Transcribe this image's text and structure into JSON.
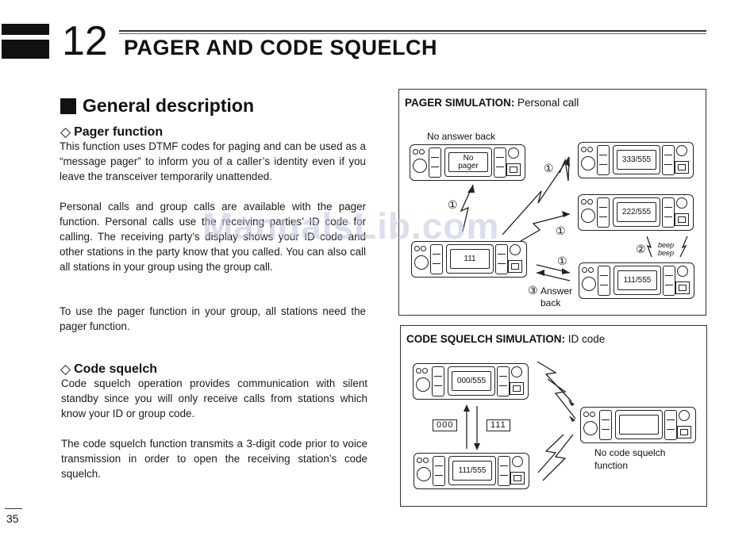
{
  "chapter": {
    "number": "12",
    "title": "PAGER AND CODE SQUELCH"
  },
  "section": {
    "heading": "General description"
  },
  "pager": {
    "heading": "Pager function",
    "para1": "This function uses DTMF codes for paging and can be used as a “message pager” to inform you of a caller’s identity even if you leave the transceiver temporarily unattended.",
    "para2": "Personal calls and group calls are available with the pager function. Personal calls use the receiving parties’ ID code for calling. The receiving party’s display shows your ID code and other stations in the party know that you called. You can also call all stations in your group using the group call.",
    "para3": "To use the pager function in your group, all stations need the pager function."
  },
  "squelch": {
    "heading": "Code squelch",
    "para1": "Code squelch operation provides communication with silent standby since you will only receive calls from stations which know your ID or group code.",
    "para2": "The code squelch function transmits a 3-digit code prior to voice transmission in order to open the receiving station’s code squelch."
  },
  "page_number": "35",
  "watermark": "ManualsLib.com",
  "pager_sim": {
    "title_bold": "PAGER SIMULATION:",
    "title_rest": " Personal call",
    "no_answer_back": "No answer back",
    "displays": {
      "no_pager_line1": "No",
      "no_pager_line2": "pager",
      "d333": "333/555",
      "d222": "222/555",
      "d111": "111",
      "d111_555": "111/555"
    },
    "marker1": "①",
    "marker2": "②",
    "marker3": "③",
    "beep1": "beep",
    "beep2": "beep",
    "answer_back_line1": "Answer",
    "answer_back_line2": "back"
  },
  "squelch_sim": {
    "title_bold": "CODE SQUELCH SIMULATION:",
    "title_rest": " ID code",
    "displays": {
      "d000_555": "000/555",
      "d111_555": "111/555",
      "blank": ""
    },
    "code_left": "000",
    "code_right": "111",
    "no_code_line1": "No code squelch",
    "no_code_line2": "function"
  }
}
